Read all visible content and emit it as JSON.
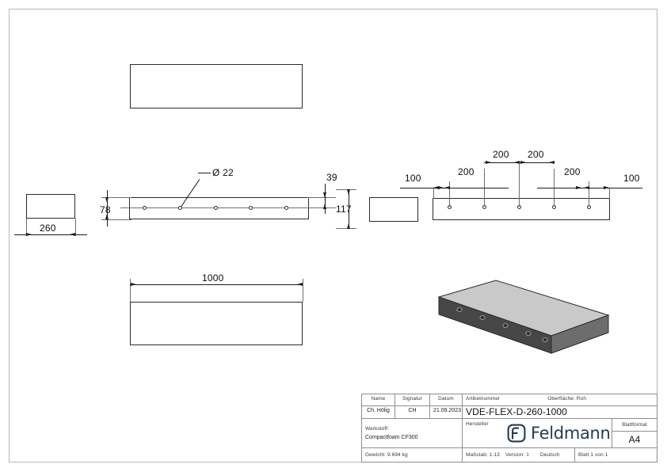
{
  "document": {
    "type": "technical-drawing",
    "sheet_format": "A4",
    "article_number": "VDE-FLEX-D-260-1000"
  },
  "views": {
    "top_view": {
      "name": "top-view"
    },
    "front_view": {
      "name": "front-view",
      "hole_count": 5
    },
    "left_view": {
      "name": "left-side-view"
    },
    "right_view": {
      "name": "right-side-view"
    },
    "bottom_view": {
      "name": "bottom-view"
    },
    "iso_view": {
      "name": "isometric-view",
      "hole_count": 5
    }
  },
  "dimensions": {
    "hole_diameter": "Ø 22",
    "height_78": "78",
    "width_260": "260",
    "offset_39": "39",
    "height_117": "117",
    "length_1000": "1000",
    "spacing_100_left": "100",
    "spacing_200_a": "200",
    "spacing_200_b": "200",
    "spacing_200_c": "200",
    "spacing_200_d": "200",
    "spacing_100_right": "100"
  },
  "title_block": {
    "headers": {
      "name": "Name",
      "signature": "Signatur",
      "date": "Datum",
      "article_number": "Artikelnummer",
      "surface": "Oberfläche: Roh",
      "material": "Werkstoff:",
      "manufacturer": "Hersteller",
      "sheet_format": "Blattformat"
    },
    "values": {
      "name": "Ch. Hölig",
      "signature": "CH",
      "date": "21.09.2023",
      "article_number": "VDE-FLEX-D-260-1000",
      "material": "Compactfoam CF300",
      "sheet_format": "A4",
      "weight": "Gewicht: 9.694 kg",
      "scale": "Maßstab: 1:13",
      "version": "Version: 1",
      "language": "Deutsch",
      "sheet_count": "Blatt 1 von 1"
    },
    "logo": {
      "text": "Feldmann",
      "color": "#243b53"
    }
  },
  "colors": {
    "line": "#2b2b2b",
    "frame": "#b9b9bd",
    "iso_top": "#c8c8c8",
    "iso_front": "#4a4a4a",
    "iso_side": "#6e6e6e",
    "logo": "#243b53"
  }
}
